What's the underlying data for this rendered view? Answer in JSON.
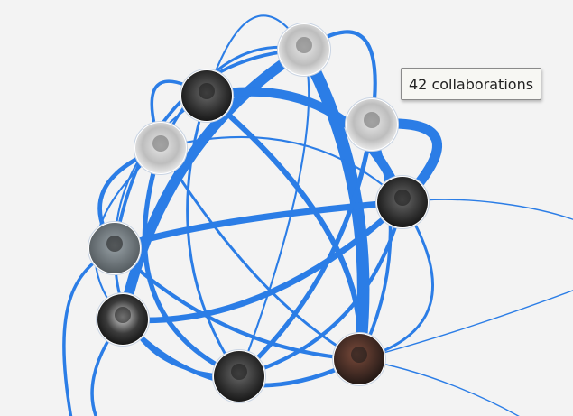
{
  "graph": {
    "edge_color": "#2b7de6",
    "background": "#f3f3f3",
    "artists": [
      {
        "id": "a1",
        "icon": "artist-photo-light-bg"
      },
      {
        "id": "a2",
        "icon": "artist-photo-group-dark"
      },
      {
        "id": "a3",
        "icon": "artist-photo-light-bg"
      },
      {
        "id": "a4",
        "icon": "artist-photo-light-bg"
      },
      {
        "id": "a5",
        "icon": "artist-photo-dark"
      },
      {
        "id": "a6",
        "icon": "artist-photo-grey"
      },
      {
        "id": "a7",
        "icon": "artist-photo-bw"
      },
      {
        "id": "a8",
        "icon": "artist-photo-group-dark"
      },
      {
        "id": "a9",
        "icon": "artist-photo-red-dark"
      }
    ],
    "collaborations": [
      {
        "source": "a1",
        "target": "a9",
        "weight": 42
      },
      {
        "source": "a1",
        "target": "a7",
        "weight": 30
      },
      {
        "source": "a2",
        "target": "a5",
        "weight": 24
      },
      {
        "source": "a3",
        "target": "a5",
        "weight": 28
      },
      {
        "source": "a6",
        "target": "a5",
        "weight": 12
      },
      {
        "source": "a7",
        "target": "a5",
        "weight": 10
      },
      {
        "source": "a2",
        "target": "a9",
        "weight": 8
      },
      {
        "source": "a4",
        "target": "a8",
        "weight": 6
      },
      {
        "source": "a3",
        "target": "a8",
        "weight": 6
      },
      {
        "source": "a4",
        "target": "a6",
        "weight": 5
      },
      {
        "source": "a7",
        "target": "a9",
        "weight": 5
      },
      {
        "source": "a1",
        "target": "a3",
        "weight": 4
      },
      {
        "source": "a6",
        "target": "a9",
        "weight": 4
      },
      {
        "source": "a8",
        "target": "a5",
        "weight": 4
      },
      {
        "source": "a2",
        "target": "a4",
        "weight": 3
      },
      {
        "source": "a1",
        "target": "a6",
        "weight": 3
      },
      {
        "source": "a3",
        "target": "a9",
        "weight": 3
      },
      {
        "source": "a2",
        "target": "a8",
        "weight": 2
      },
      {
        "source": "a6",
        "target": "a8",
        "weight": 2
      },
      {
        "source": "a5",
        "target": "a9",
        "weight": 2
      },
      {
        "source": "a4",
        "target": "a9",
        "weight": 2
      },
      {
        "source": "a1",
        "target": "a4",
        "weight": 2
      },
      {
        "source": "a1",
        "target": "a8",
        "weight": 1
      },
      {
        "source": "a1",
        "target": "a2",
        "weight": 1
      },
      {
        "source": "a2",
        "target": "a6",
        "weight": 1
      },
      {
        "source": "a5",
        "target": "a4",
        "weight": 1
      },
      {
        "source": "a7",
        "target": "a4",
        "weight": 1
      }
    ]
  },
  "tooltip": {
    "text": "42 collaborations"
  }
}
